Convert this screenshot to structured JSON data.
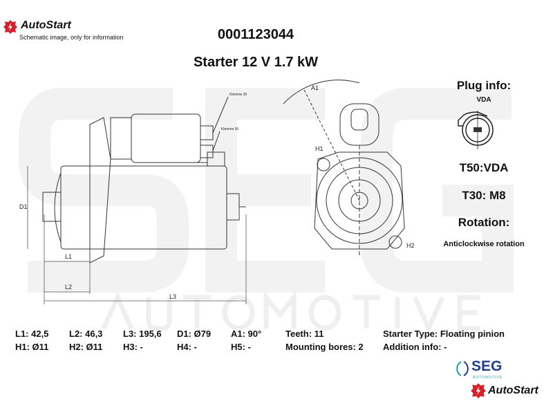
{
  "header": {
    "brand": "AutoStart",
    "disclaimer": "Schematic image, only for information",
    "part_number": "0001123044",
    "product_title": "Starter 12 V 1.7 kW"
  },
  "watermark": {
    "big": "SEG",
    "sub": "AUTOMOTIVE",
    "brand": "AutoStart"
  },
  "drawing": {
    "labels": {
      "d1": "D1",
      "l1": "L1",
      "l2": "L2",
      "l3": "L3",
      "a1": "A1",
      "h1": "H1",
      "h2": "H2",
      "klemme30": "Klemme 30",
      "klemme50": "Klemme 50"
    }
  },
  "plug_info": {
    "heading": "Plug info:",
    "plug_type": "VDA",
    "t50": "T50:VDA",
    "t30": "T30: M8",
    "rotation_heading": "Rotation:",
    "rotation": "Anticlockwise rotation"
  },
  "specs": {
    "row1": [
      "L1: 42,5",
      "L2: 46,3",
      "L3: 195,6",
      "D1: Ø79",
      "A1: 90°",
      "Teeth: 11",
      "Starter Type:  Floating pinion"
    ],
    "row2": [
      "H1: Ø11",
      "H2: Ø11",
      "H3: -",
      "H4: -",
      "H5: -",
      "Mounting bores: 2",
      "Addition info: -"
    ]
  },
  "footer": {
    "seg_logo": "SEG",
    "seg_sub": "AUTOMOTIVE",
    "autostart_logo": "AutoStart"
  },
  "colors": {
    "brand_red": "#d4202a",
    "seg_teal": "#1aa6a0",
    "seg_blue": "#1f3f8f"
  }
}
